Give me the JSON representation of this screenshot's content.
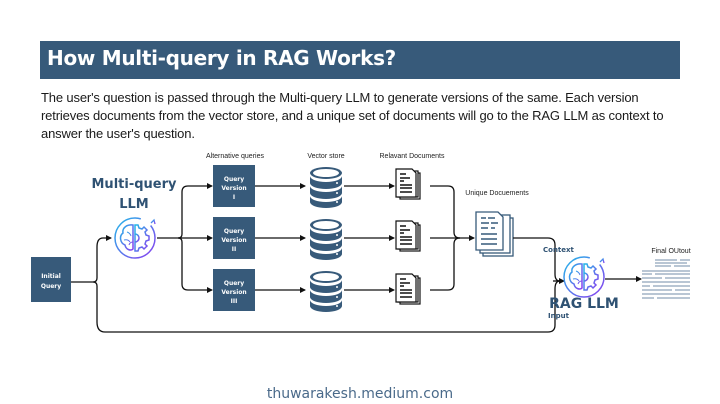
{
  "header": {
    "title": "How Multi-query in RAG Works?",
    "description": "The user's question is passed through the Multi-query LLM to generate versions of the same. Each version retrieves documents from the vector store, and a unique set of documents will go to the RAG LLM as context to answer the user's question."
  },
  "diagram": {
    "initial_query": [
      "Initial",
      "Query"
    ],
    "multi_query_llm": [
      "Multi-query",
      "LLM"
    ],
    "alternative_queries_label": "Alternative queries",
    "queries": [
      [
        "Query",
        "Version",
        "I"
      ],
      [
        "Query",
        "Version",
        "II"
      ],
      [
        "Query",
        "Version",
        "III"
      ]
    ],
    "vector_store_label": "Vector store",
    "relevant_documents_label": "Relavant Documents",
    "unique_documents_label": "Unique Docuements",
    "context_label": "Context",
    "input_label": "Input",
    "rag_llm_label": "RAG LLM",
    "final_output_label": "Final OUtout",
    "icons": {
      "llm": "brain-gear-icon",
      "vector_store": "database-icon",
      "documents": "document-stack-icon",
      "output": "text-lines-icon"
    },
    "colors": {
      "box": "#375a7a",
      "accent_text": "#2f5273",
      "gradient_start": "#22b8e8",
      "gradient_end": "#8a3cf0"
    }
  },
  "footer": {
    "text": "thuwarakesh.medium.com"
  }
}
